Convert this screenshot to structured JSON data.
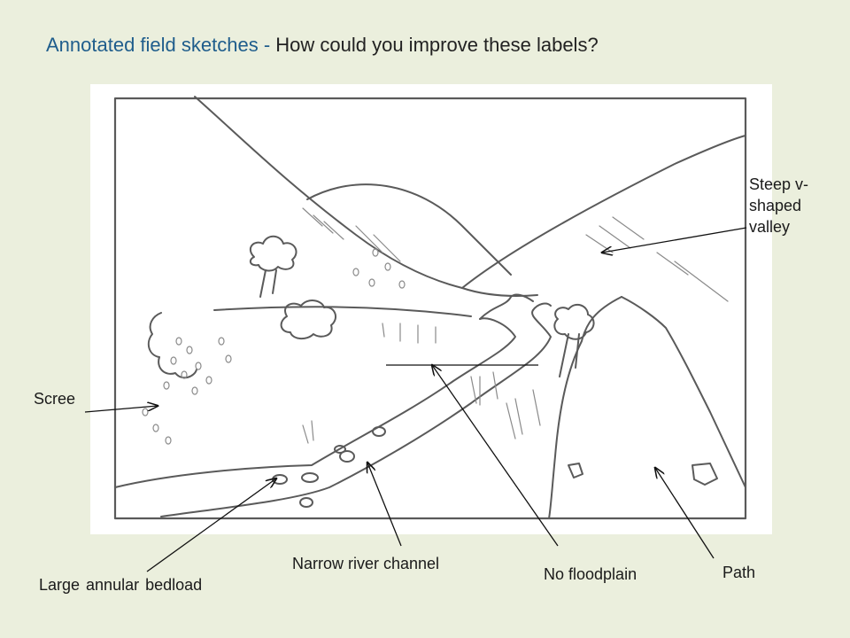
{
  "title": {
    "prefix": "Annotated field sketches - ",
    "question": "How could you improve these labels?"
  },
  "labels": {
    "steep_valley": "Steep v-shaped valley",
    "scree": "Scree",
    "bedload": "Large annular bedload",
    "narrow_channel": "Narrow river channel",
    "no_floodplain": "No floodplain",
    "path": "Path"
  },
  "colors": {
    "background": "#ebefdd",
    "title_accent": "#1f5d8c",
    "sketch_line": "#555555"
  }
}
